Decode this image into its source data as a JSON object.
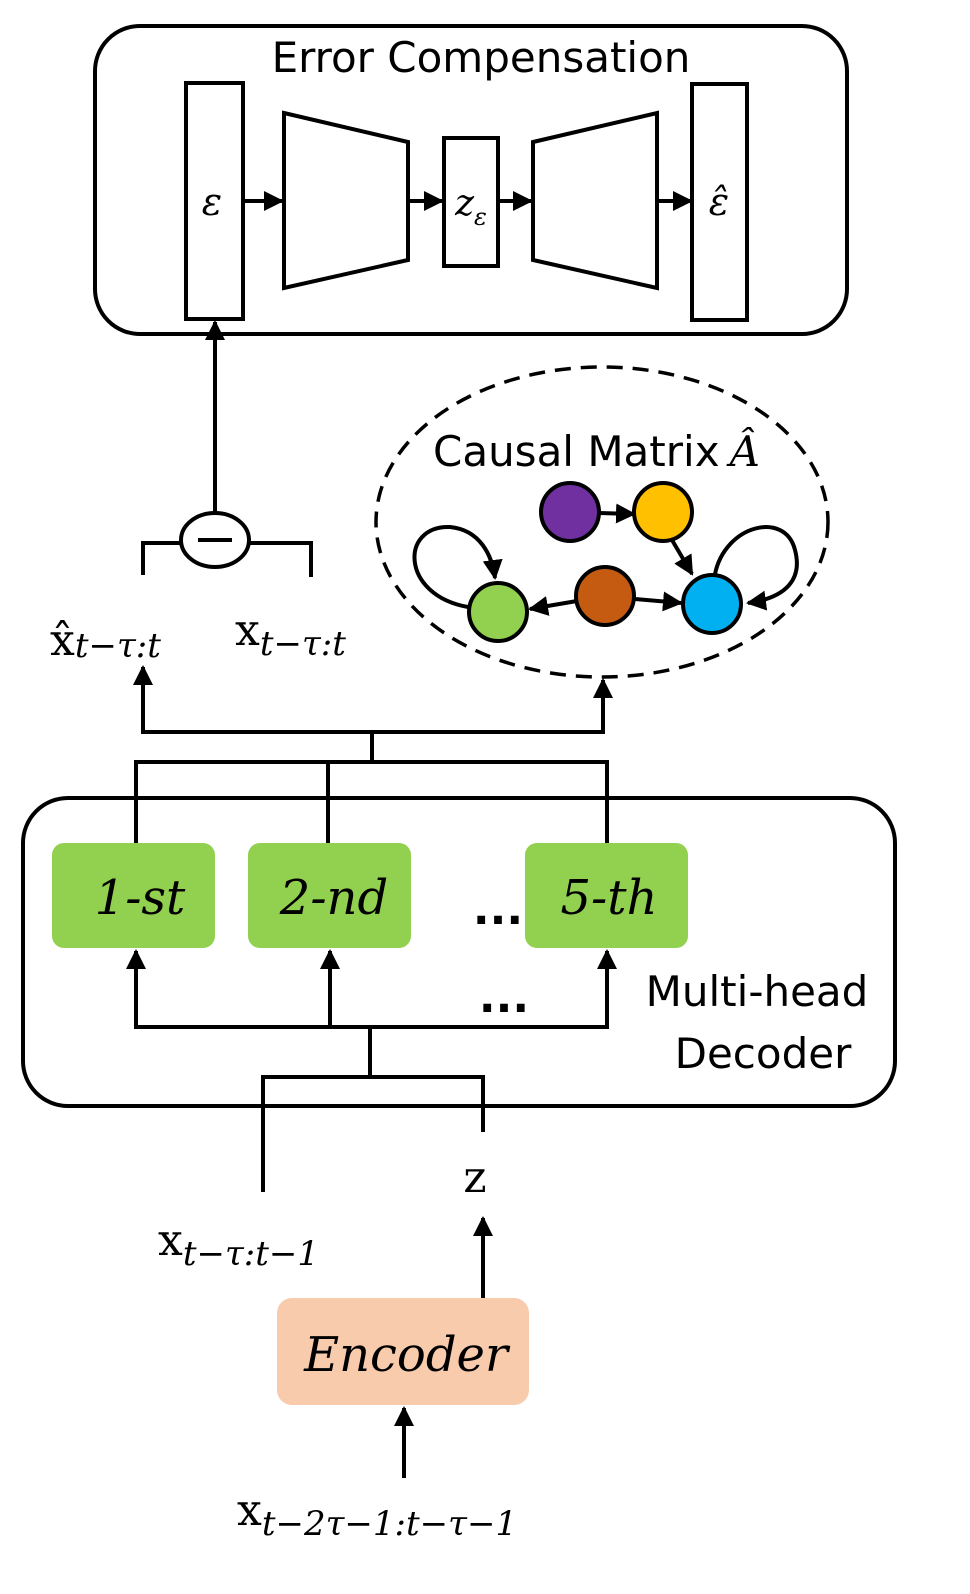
{
  "error_compensation": {
    "title": "Error Compensation",
    "input_label": "ε",
    "latent_label": "z",
    "latent_subscript": "ε",
    "output_label": "ε̂"
  },
  "subtract": {
    "left_label": "x̂",
    "left_subscript": "t−τ:t",
    "right_label": "x",
    "right_subscript": "t−τ:t"
  },
  "causal": {
    "title": "Causal Matrix",
    "title_symbol": "Â",
    "node_colors": {
      "purple": "#7030a0",
      "yellow": "#ffc000",
      "orange": "#c55a11",
      "green": "#92d050",
      "blue": "#00b0f0"
    }
  },
  "decoder": {
    "label_line1": "Multi-head",
    "label_line2": "Decoder",
    "heads": [
      "1-st",
      "2-nd",
      "5-th"
    ],
    "ellipsis_top": "...",
    "ellipsis_bottom": "...",
    "head_color": "#92d050"
  },
  "inputs": {
    "z_label": "z",
    "past_label": "x",
    "past_subscript": "t−τ:t−1"
  },
  "encoder": {
    "label": "Encoder",
    "color": "#f8cbad",
    "input_label": "x",
    "input_subscript": "t−2τ−1:t−τ−1"
  }
}
